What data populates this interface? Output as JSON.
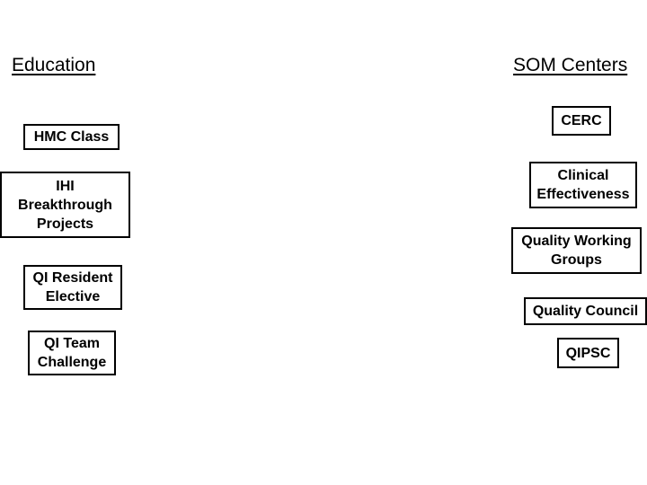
{
  "headings": {
    "education": "Education",
    "som_centers": "SOM Centers"
  },
  "education_boxes": [
    "HMC Class",
    "IHI\nBreakthrough\nProjects",
    "QI Resident\nElective",
    "QI Team\nChallenge"
  ],
  "som_center_boxes": [
    "CERC",
    "Clinical\nEffectiveness",
    "Quality Working\nGroups",
    "Quality Council",
    "QIPSC"
  ]
}
